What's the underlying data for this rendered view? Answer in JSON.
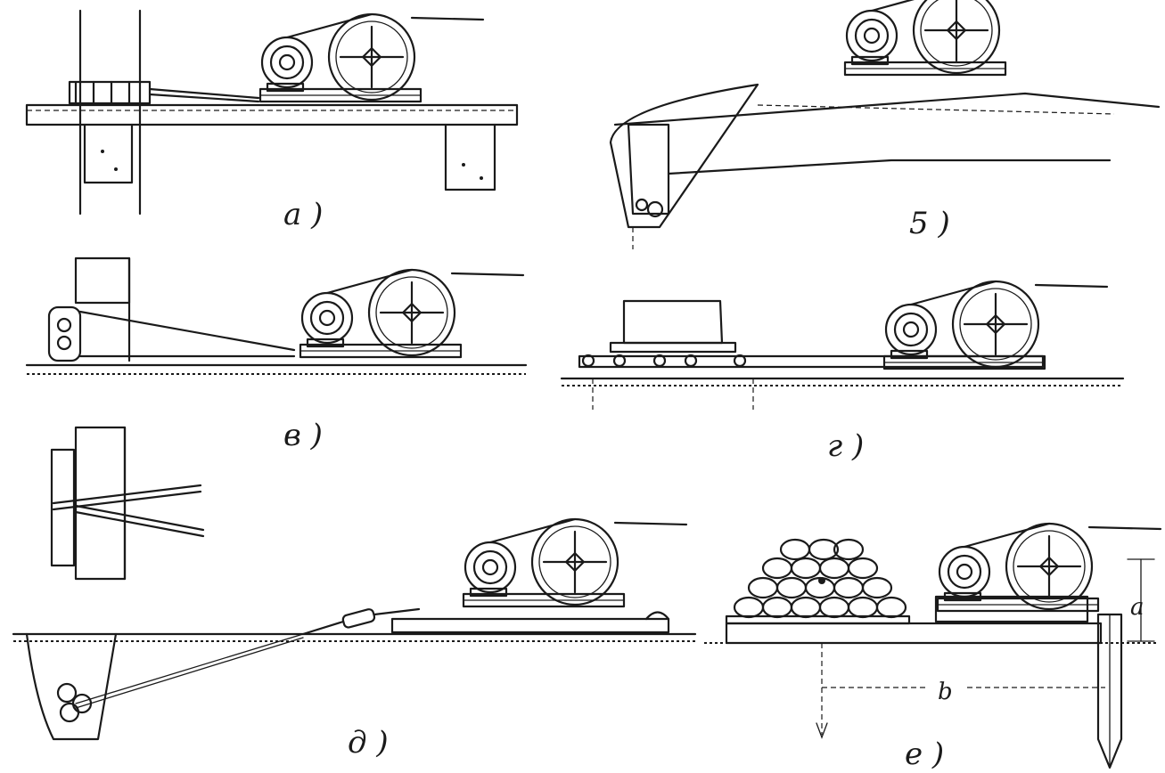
{
  "panels": [
    {
      "id": "a",
      "label": "a )"
    },
    {
      "id": "b",
      "label": "5 )"
    },
    {
      "id": "v",
      "label": "в )"
    },
    {
      "id": "g",
      "label": "г )"
    },
    {
      "id": "d",
      "label": "д )"
    },
    {
      "id": "e",
      "label": "е )"
    }
  ],
  "dimensions": {
    "height": "a",
    "length": "b"
  },
  "colors": {
    "ink": "#1a1a1a",
    "background": "#ffffff"
  }
}
